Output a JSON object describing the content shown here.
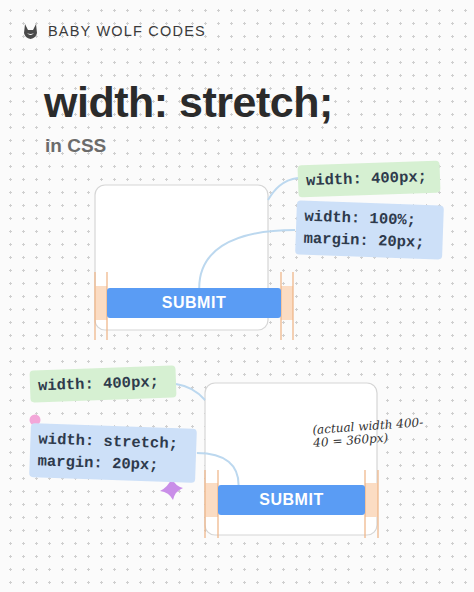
{
  "diagram": {
    "title": "width: stretch;",
    "nodes": [
      {
        "text": [
          "width: 400px;"
        ]
      },
      {
        "text": [
          "width: 100%;",
          "margin: 20px;"
        ]
      },
      {
        "text": [
          "SUBMIT"
        ]
      },
      {
        "text": [
          "width: 400px;"
        ]
      },
      {
        "text": [
          "width: stretch;",
          "margin: 20px;"
        ]
      },
      {
        "text": [
          "SUBMIT"
        ]
      }
    ],
    "edges": [
      {
        "from": 1,
        "to": 2,
        "arrow": "none"
      },
      {
        "from": 4,
        "to": 5,
        "arrow": "none"
      }
    ],
    "labels": [
      "BABY WOLF CODES",
      "in CSS",
      "(actual width 400-40 = 360px)"
    ]
  }
}
